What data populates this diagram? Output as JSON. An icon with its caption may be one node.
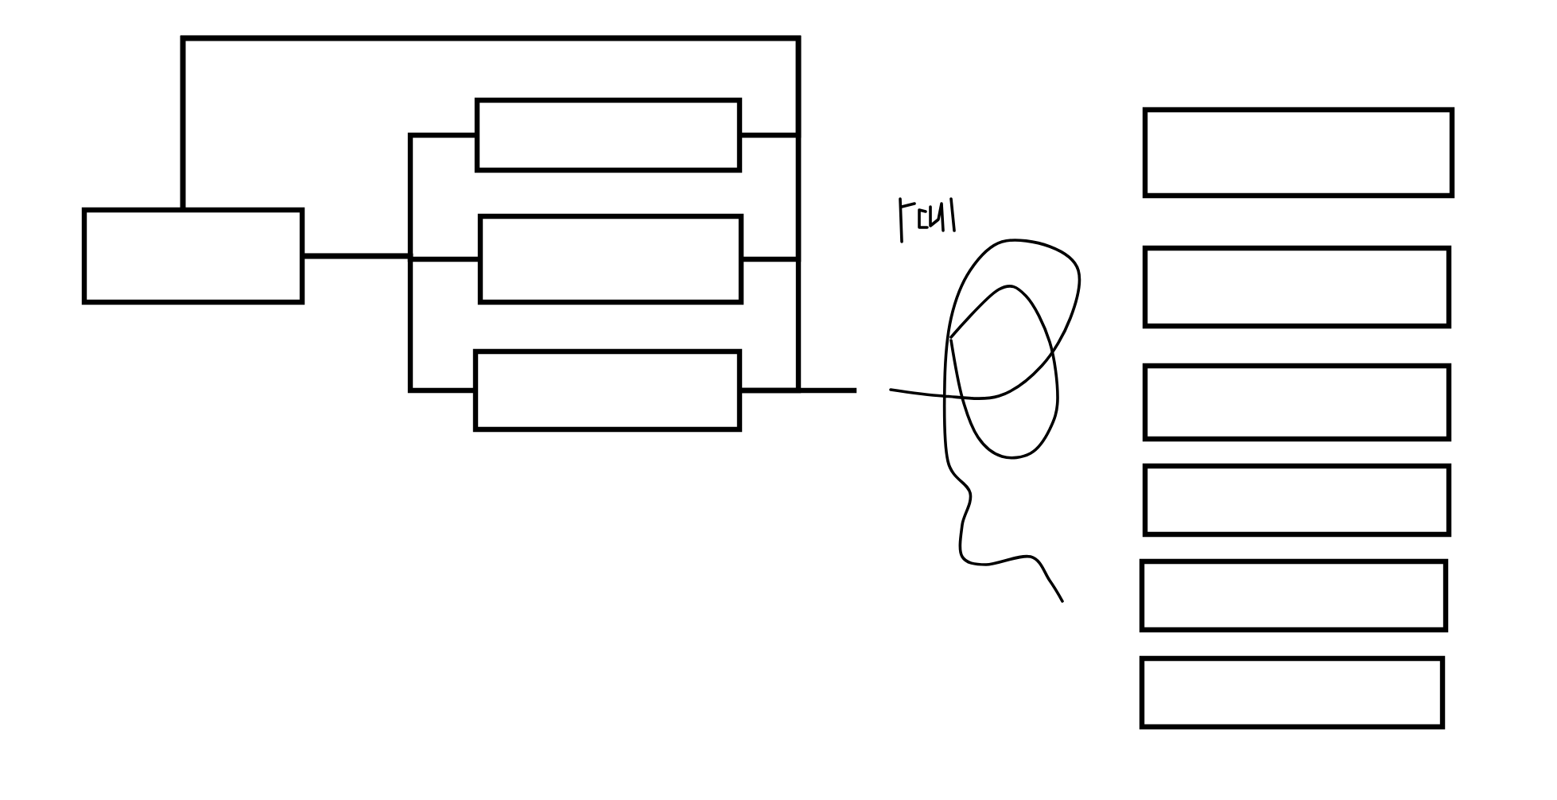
{
  "diagram": {
    "nodes": [
      {
        "text": [],
        "shape": "box"
      },
      {
        "text": [],
        "shape": "box"
      },
      {
        "text": [],
        "shape": "box"
      },
      {
        "text": [],
        "shape": "box"
      },
      {
        "text": [],
        "shape": "box"
      },
      {
        "text": [],
        "shape": "box"
      },
      {
        "text": [],
        "shape": "box"
      },
      {
        "text": [],
        "shape": "box"
      },
      {
        "text": [],
        "shape": "box"
      },
      {
        "text": [],
        "shape": "box"
      }
    ],
    "edges": [
      {
        "from": 0,
        "to": 1,
        "arrow": "none"
      },
      {
        "from": 0,
        "to": 2,
        "arrow": "none"
      },
      {
        "from": 0,
        "to": 3,
        "arrow": "none"
      },
      {
        "from": 1,
        "to": 0,
        "arrow": "none"
      },
      {
        "from": 2,
        "to": 0,
        "arrow": "none"
      },
      {
        "from": 3,
        "to": 0,
        "arrow": "none"
      },
      {
        "from": 3,
        "to": null,
        "arrow": "none"
      }
    ]
  }
}
